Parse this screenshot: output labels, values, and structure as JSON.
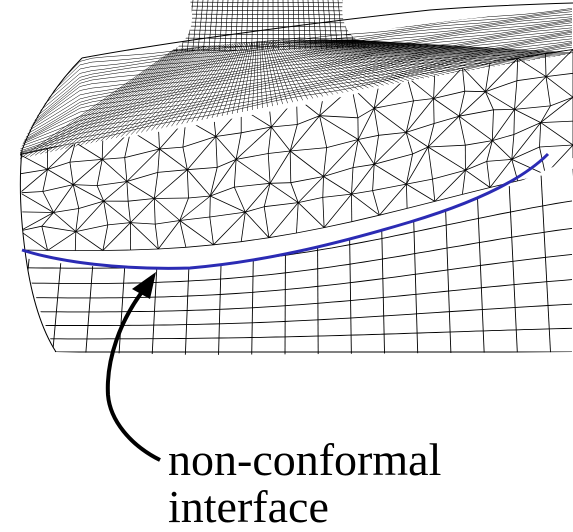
{
  "callout": {
    "line1": "non-conformal",
    "line2": "interface"
  },
  "colors": {
    "mesh": "#000000",
    "interface": "#2b2bb4",
    "background": "#ffffff"
  },
  "parts": [
    "stem-mesh",
    "top-cap-mesh",
    "upper-triangular-band",
    "lower-quadrilateral-band",
    "interface-curve",
    "callout-arrow"
  ]
}
